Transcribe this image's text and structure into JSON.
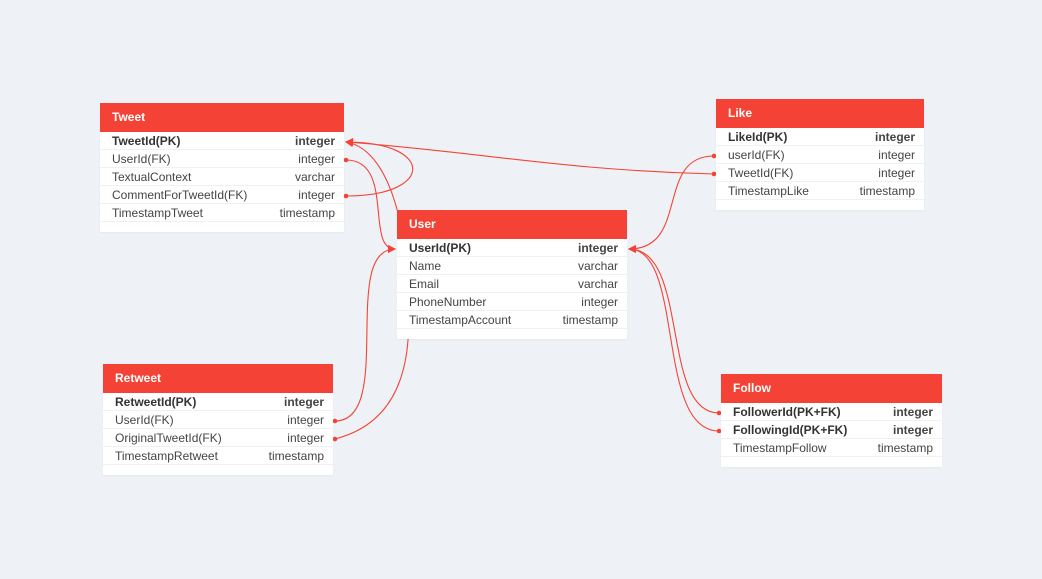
{
  "accent_color": "#f44336",
  "background_color": "#eef2f6",
  "tables": {
    "tweet": {
      "name": "Tweet",
      "columns": [
        {
          "name": "TweetId(PK)",
          "type": "integer",
          "key": true
        },
        {
          "name": "UserId(FK)",
          "type": "integer",
          "key": false
        },
        {
          "name": "TextualContext",
          "type": "varchar",
          "key": false
        },
        {
          "name": "CommentForTweetId(FK)",
          "type": "integer",
          "key": false
        },
        {
          "name": "TimestampTweet",
          "type": "timestamp",
          "key": false
        }
      ]
    },
    "like": {
      "name": "Like",
      "columns": [
        {
          "name": "LikeId(PK)",
          "type": "integer",
          "key": true
        },
        {
          "name": "userId(FK)",
          "type": "integer",
          "key": false
        },
        {
          "name": "TweetId(FK)",
          "type": "integer",
          "key": false
        },
        {
          "name": "TimestampLike",
          "type": "timestamp",
          "key": false
        }
      ]
    },
    "user": {
      "name": "User",
      "columns": [
        {
          "name": "UserId(PK)",
          "type": "integer",
          "key": true
        },
        {
          "name": "Name",
          "type": "varchar",
          "key": false
        },
        {
          "name": "Email",
          "type": "varchar",
          "key": false
        },
        {
          "name": "PhoneNumber",
          "type": "integer",
          "key": false
        },
        {
          "name": "TimestampAccount",
          "type": "timestamp",
          "key": false
        }
      ]
    },
    "retweet": {
      "name": "Retweet",
      "columns": [
        {
          "name": "RetweetId(PK)",
          "type": "integer",
          "key": true
        },
        {
          "name": "UserId(FK)",
          "type": "integer",
          "key": false
        },
        {
          "name": "OriginalTweetId(FK)",
          "type": "integer",
          "key": false
        },
        {
          "name": "TimestampRetweet",
          "type": "timestamp",
          "key": false
        }
      ]
    },
    "follow": {
      "name": "Follow",
      "columns": [
        {
          "name": "FollowerId(PK+FK)",
          "type": "integer",
          "key": true
        },
        {
          "name": "FollowingId(PK+FK)",
          "type": "integer",
          "key": true
        },
        {
          "name": "TimestampFollow",
          "type": "timestamp",
          "key": false
        }
      ]
    }
  }
}
